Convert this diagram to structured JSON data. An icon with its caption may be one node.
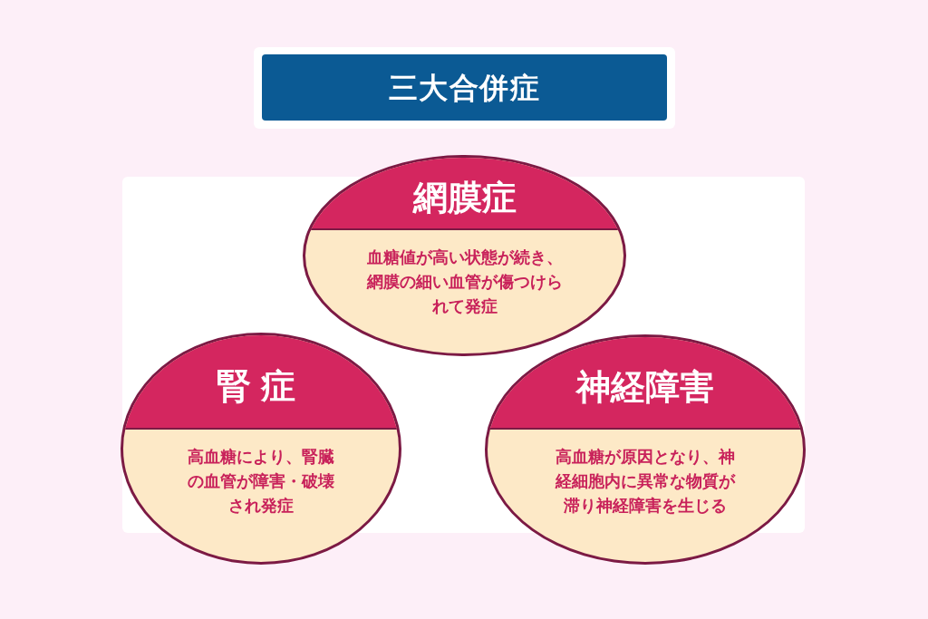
{
  "diagram": {
    "title": "三大合併症",
    "nodes": [
      {
        "text": [
          "網膜症",
          "血糖値が高い状態が続き、網膜の細い血管が傷つけられて発症"
        ]
      },
      {
        "text": [
          "腎症",
          "高血糖により、腎臓の血管が障害・破壊され発症"
        ]
      },
      {
        "text": [
          "神経障害",
          "高血糖が原因となり、神経細胞内に異常な物質が滞り神経障害を生じる"
        ]
      }
    ]
  }
}
